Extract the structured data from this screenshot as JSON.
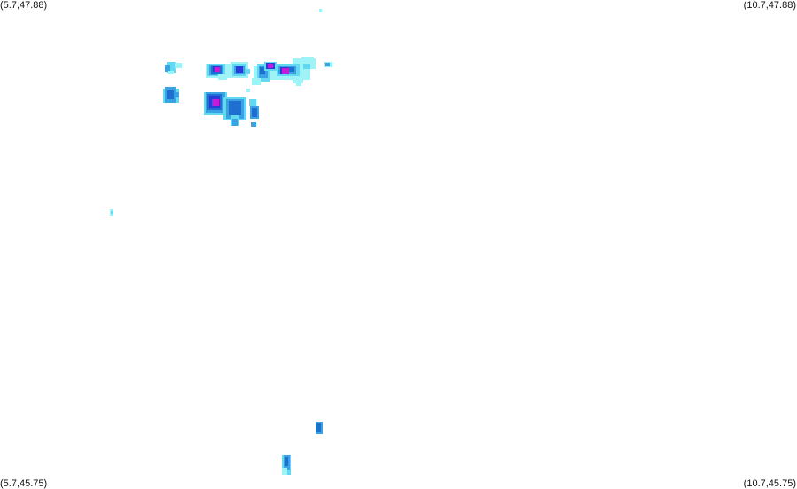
{
  "corners": {
    "top_left": "(5.7,47.88)",
    "top_right": "(10.7,47.88)",
    "bottom_left": "(5.7,45.75)",
    "bottom_right": "(10.7,45.75)"
  },
  "bounds": {
    "lon_min": 5.7,
    "lon_max": 10.7,
    "lat_min": 45.75,
    "lat_max": 47.88
  },
  "colors": {
    "light": "#9ef3f7",
    "cyan": "#63d8f1",
    "medium": "#3aa2e2",
    "strong": "#1e6fd0",
    "deep": "#2a3cd8",
    "extreme": "#c21cd8"
  }
}
